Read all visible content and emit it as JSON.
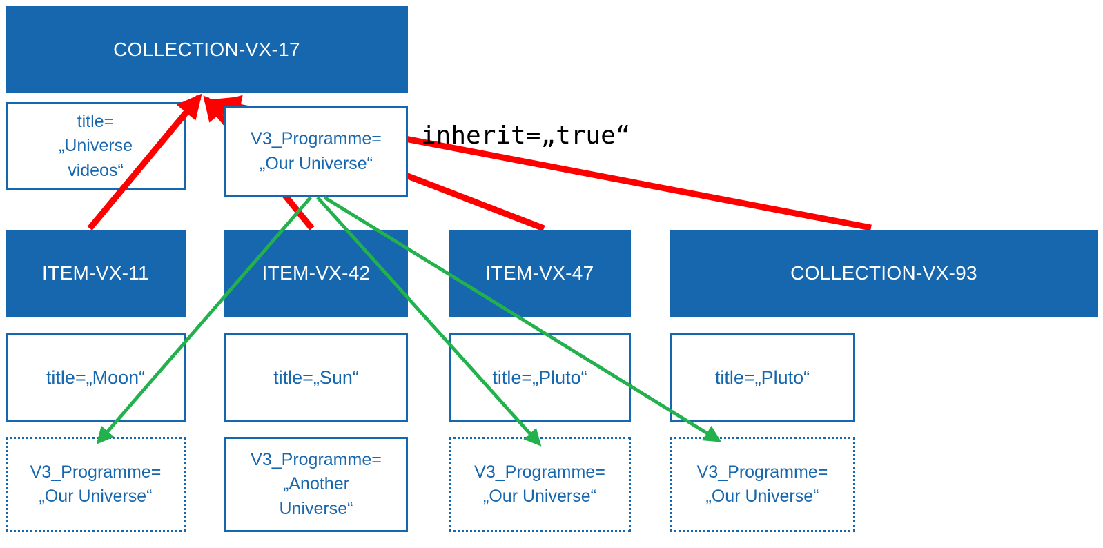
{
  "colors": {
    "node_blue": "#1767AE",
    "arrow_red": "#FF0000",
    "arrow_green": "#23B14D",
    "node_text_white": "#FFFFFF"
  },
  "annotations": {
    "inherit": "inherit=„true“"
  },
  "root": {
    "collection": {
      "label": "COLLECTION-VX-17"
    },
    "attributes": {
      "title": "title=\n„Universe\nvideos“",
      "programme": "V3_Programme=\n„Our Universe“"
    }
  },
  "children": [
    {
      "label": "ITEM-VX-11",
      "title": "title=„Moon“",
      "programme": "V3_Programme=\n„Our Universe“",
      "programme_border": "dotted"
    },
    {
      "label": "ITEM-VX-42",
      "title": "title=„Sun“",
      "programme": "V3_Programme=\n„Another\nUniverse“",
      "programme_border": "solid"
    },
    {
      "label": "ITEM-VX-47",
      "title": "title=„Pluto“",
      "programme": "V3_Programme=\n„Our Universe“",
      "programme_border": "dotted"
    },
    {
      "label": "COLLECTION-VX-93",
      "title": "title=„Pluto“",
      "programme": "V3_Programme=\n„Our Universe“",
      "programme_border": "dotted"
    }
  ]
}
